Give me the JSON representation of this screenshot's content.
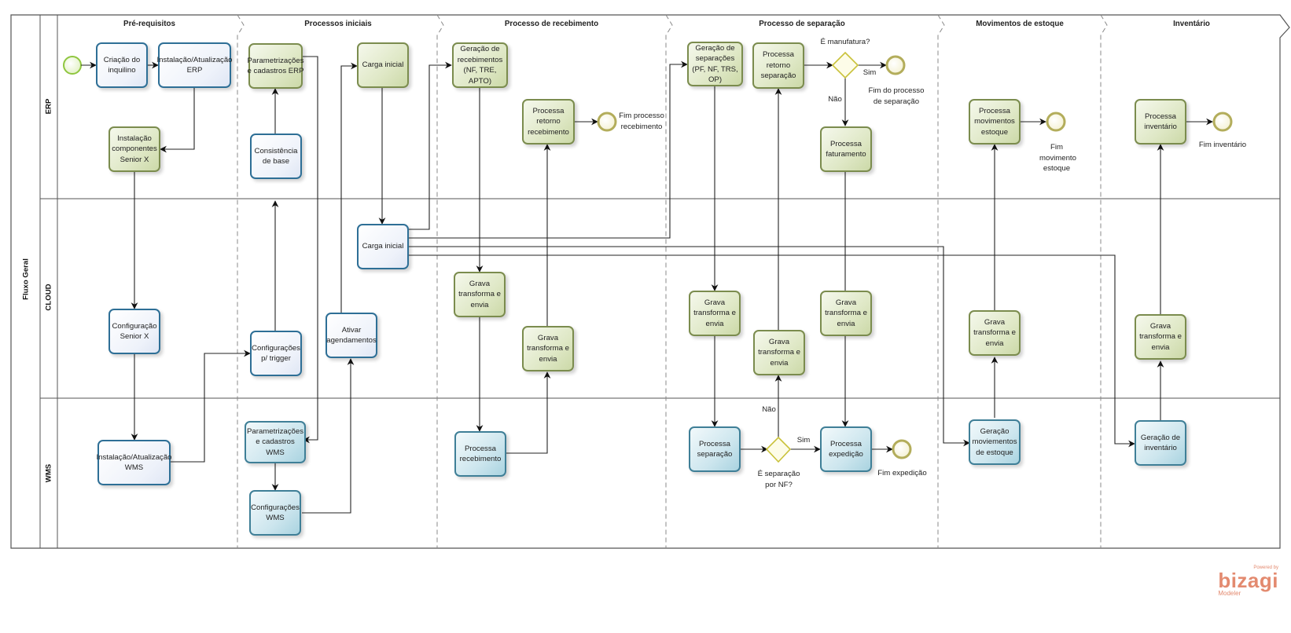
{
  "pool": {
    "title": "Fluxo Geral"
  },
  "lanes": [
    {
      "key": "erp",
      "label": "ERP"
    },
    {
      "key": "cloud",
      "label": "CLOUD"
    },
    {
      "key": "wms",
      "label": "WMS"
    }
  ],
  "phases": [
    {
      "label": "Pré-requisitos"
    },
    {
      "label": "Processos iniciais"
    },
    {
      "label": "Processo de recebimento"
    },
    {
      "label": "Processo de separação"
    },
    {
      "label": "Movimentos de estoque"
    },
    {
      "label": "Inventário"
    }
  ],
  "tasks": {
    "criacao_inquilino": "Criação do inquilino",
    "instalacao_erp": "Instalação/Atualização ERP",
    "instalacao_componentes": "Instalação componentes Senior X",
    "configuracao_seniorx": "Configuração Senior X",
    "instalacao_wms": "Instalação/Atualização WMS",
    "param_erp": "Parametrizações e cadastros ERP",
    "consistencia_base": "Consistência de base",
    "config_trigger": "Configurações p/ trigger",
    "param_wms": "Parametrizações e cadastros WMS",
    "config_wms": "Configurações WMS",
    "carga_inicial_erp": "Carga inicial",
    "carga_inicial_cloud": "Carga inicial",
    "ativar_agendamentos": "Ativar agendamentos",
    "geracao_recebimentos": "Geração de recebimentos (NF, TRE, APTO)",
    "processa_retorno_recebimento": "Processa retorno recebimento",
    "grava_receb_1": "Grava transforma e envia",
    "grava_receb_2": "Grava transforma e envia",
    "processa_recebimento": "Processa recebimento",
    "geracao_separacoes": "Geração de separações (PF, NF, TRS, OP)",
    "processa_retorno_separacao": "Processa retorno separação",
    "processa_faturamento": "Processa faturamento",
    "grava_sep_1": "Grava transforma e envia",
    "grava_sep_2": "Grava transforma e envia",
    "grava_sep_3": "Grava transforma e envia",
    "processa_separacao": "Processa separação",
    "processa_expedicao": "Processa expedição",
    "processa_mov_estoque": "Processa movimentos estoque",
    "grava_mov": "Grava transforma e envia",
    "geracao_mov_estoque": "Geração moviementos de estoque",
    "processa_inventario": "Processa inventário",
    "grava_inv": "Grava transforma e envia",
    "geracao_inventario": "Geração de inventário"
  },
  "gateways": {
    "manufatura": {
      "label": "É manufatura?",
      "yes": "Sim",
      "no": "Não"
    },
    "separacao_nf": {
      "label": "É separação por NF?",
      "yes": "Sim",
      "no": "Não"
    }
  },
  "end_events": {
    "fim_recebimento": "Fim processo recebimento",
    "fim_separacao": "Fim do processo de separação",
    "fim_expedicao": "Fim expedição",
    "fim_movimento": "Fim movimento estoque",
    "fim_inventario": "Fim inventário"
  },
  "branding": {
    "powered": "Powered by",
    "name": "bizagi",
    "product": "Modeler",
    "color": "#e38a6f"
  },
  "colors": {
    "task_green_border": "#7b8c4e",
    "task_blue_border": "#2e6f96",
    "task_teal_border": "#3f7f97",
    "start_event": "#8fc63f",
    "end_event": "#b3ad5b",
    "gateway": "#c9c23a"
  }
}
